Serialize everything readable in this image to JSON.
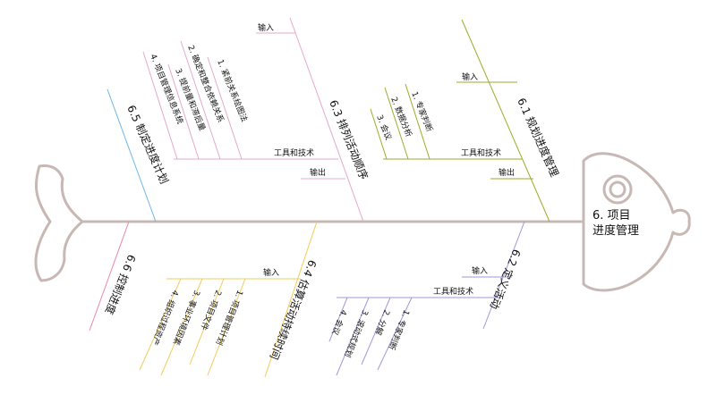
{
  "head": {
    "line1": "6. 项目",
    "line2": "进度管理"
  },
  "colors": {
    "fish": "#c8b8b4",
    "b61": "#9aae2a",
    "b62": "#a596d8",
    "b63": "#e3a8cc",
    "b64": "#f0cd5c",
    "b65": "#6fb6e8",
    "b66": "#ec88a6"
  },
  "branches": {
    "b61": {
      "title": "6.1 规划进度管理",
      "input": "输入",
      "tools": "工具和技术",
      "output": "输出",
      "items": [
        "1. 专家判断",
        "2. 数据分析",
        "3. 会议"
      ]
    },
    "b62": {
      "title": "6.2 定义活动",
      "input": "输入",
      "tools": "工具和技术",
      "items": [
        "1. 专家判断",
        "2. 分解",
        "3. 滚动式规划",
        "4. 会议"
      ]
    },
    "b63": {
      "title": "6.3 排列活动顺序",
      "input": "输入",
      "tools": "工具和技术",
      "output": "输出",
      "items": [
        "1. 紧前关系绘图法",
        "2. 确定和整合依赖关系",
        "3. 提前量和滞后量",
        "4. 项目管理信息系统"
      ]
    },
    "b64": {
      "title": "6.4 估算活动持续时间",
      "input": "输入",
      "items": [
        "1. 项目管理计划",
        "2. 项目文件",
        "3. 事业环境因素",
        "4. 组织过程资产"
      ]
    },
    "b65": {
      "title": "6.5 制定进度计划"
    },
    "b66": {
      "title": "6.6 控制进度"
    }
  }
}
